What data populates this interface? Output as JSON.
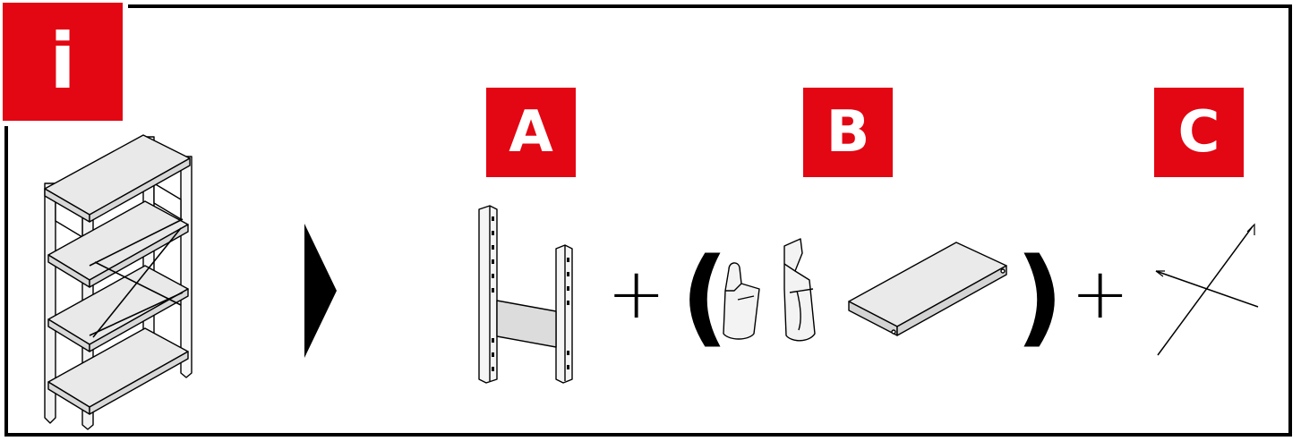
{
  "info_icon": {
    "glyph": "i",
    "name": "info-icon",
    "color": "#e30613"
  },
  "labels": {
    "a": "A",
    "b": "B",
    "c": "C"
  },
  "symbols": {
    "plus": "+",
    "open_paren": "(",
    "close_paren": ")"
  },
  "icons": {
    "shelving_unit": "assembled-shelving-unit-icon",
    "arrow": "play-arrow-icon",
    "frame": "upright-frame-icon",
    "clips": "shelf-clip-icon",
    "shelf": "shelf-panel-icon",
    "bracing": "cross-bracing-icon"
  },
  "colors": {
    "accent": "#e30613",
    "line": "#000000",
    "background": "#ffffff"
  }
}
